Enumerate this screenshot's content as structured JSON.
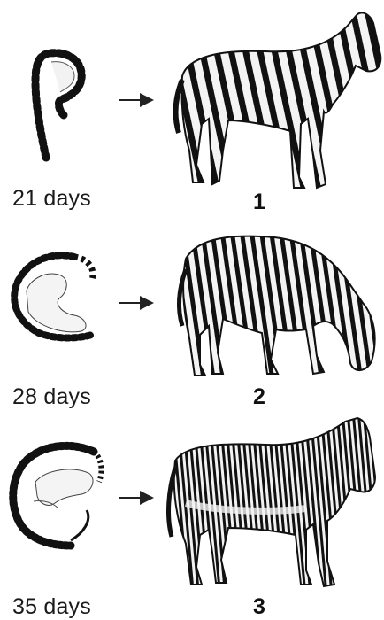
{
  "stages": [
    {
      "age": "21 days",
      "number": "1",
      "embryo": "embryo-21-days",
      "adult": "zebra-plains-standing"
    },
    {
      "age": "28 days",
      "number": "2",
      "embryo": "embryo-28-days",
      "adult": "zebra-mountain-grazing"
    },
    {
      "age": "35 days",
      "number": "3",
      "embryo": "embryo-35-days",
      "adult": "zebra-grevys-standing"
    }
  ],
  "colors": {
    "ink": "#111111",
    "body": "#f2f2f2",
    "arrow": "#222222"
  }
}
